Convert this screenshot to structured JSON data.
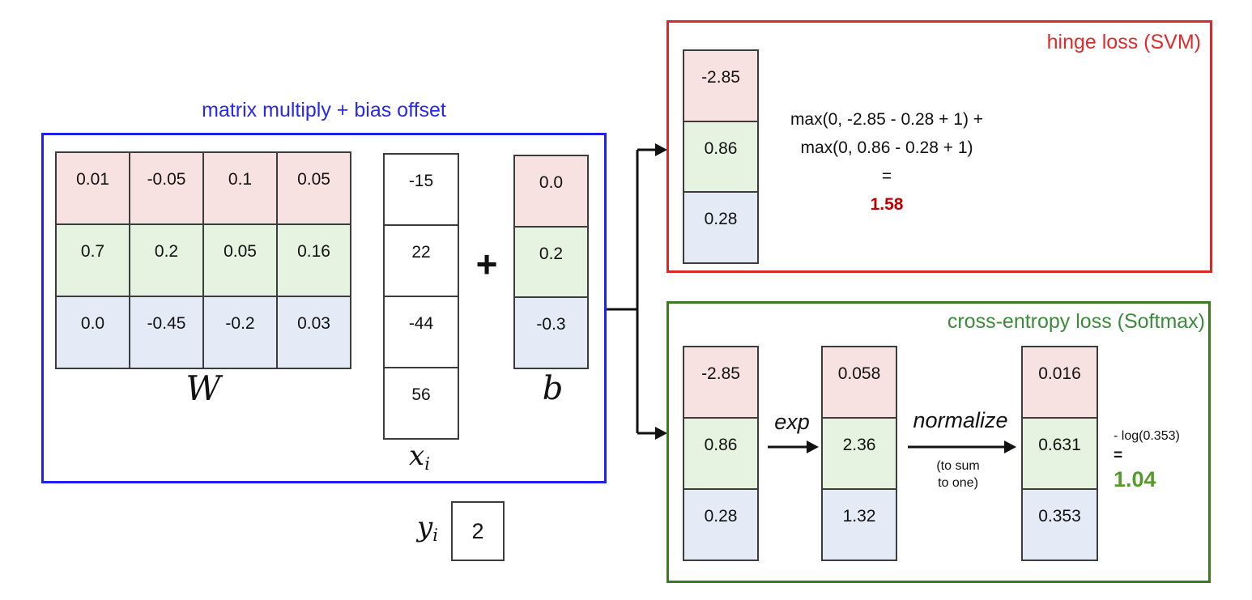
{
  "colors": {
    "pink": "#f8e2e1",
    "rowgreen": "#e6f3e1",
    "rowblue": "#e4eaf6",
    "cellline": "#3c3c3c",
    "bluebox": "#2020ee",
    "bluetitle": "#2828f0",
    "redbox": "#d92a2a",
    "redtitle": "#df2b2b",
    "darkred": "#bf0000",
    "greenbox": "#3b7a1f",
    "greentitle": "#3a8b3a",
    "greenresult": "#569a2e",
    "ink": "#111111"
  },
  "blue": {
    "title": "matrix multiply + bias offset",
    "w": [
      [
        "0.01",
        "-0.05",
        "0.1",
        "0.05"
      ],
      [
        "0.7",
        "0.2",
        "0.05",
        "0.16"
      ],
      [
        "0.0",
        "-0.45",
        "-0.2",
        "0.03"
      ]
    ],
    "x": [
      "-15",
      "22",
      "-44",
      "56"
    ],
    "b": [
      "0.0",
      "0.2",
      "-0.3"
    ],
    "plus": "+",
    "w_label": "W",
    "x_label": "x",
    "x_label_sub": "i",
    "b_label": "b",
    "y_label": "y",
    "y_label_sub": "i",
    "y_value": "2"
  },
  "hinge": {
    "title": "hinge loss (SVM)",
    "scores": [
      "-2.85",
      "0.86",
      "0.28"
    ],
    "formula_line1": "max(0, -2.85 - 0.28 + 1) +",
    "formula_line2": "max(0, 0.86 - 0.28 + 1)",
    "equals": "=",
    "result": "1.58"
  },
  "softmax": {
    "title": "cross-entropy loss (Softmax)",
    "scores": [
      "-2.85",
      "0.86",
      "0.28"
    ],
    "exp_values": [
      "0.058",
      "2.36",
      "1.32"
    ],
    "norm_values": [
      "0.016",
      "0.631",
      "0.353"
    ],
    "exp_label": "exp",
    "normalize_label": "normalize",
    "normalize_note_line1": "(to sum",
    "normalize_note_line2": "to one)",
    "log_expr": "- log(0.353)",
    "equals": "=",
    "result": "1.04"
  }
}
